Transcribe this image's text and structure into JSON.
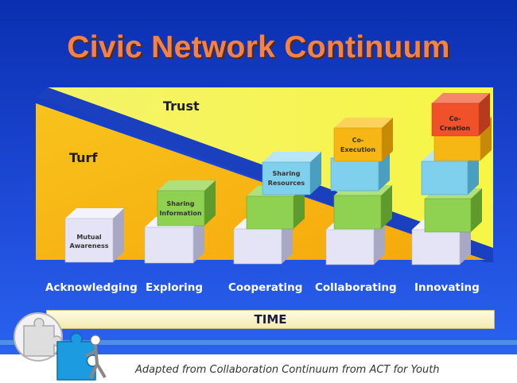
{
  "title": "Civic Network Continuum",
  "regions": {
    "trust": "Trust",
    "turf": "Turf"
  },
  "stages": [
    "Acknowledging",
    "Exploring",
    "Cooperating",
    "Collaborating",
    "Innovating"
  ],
  "blocks": {
    "mutual_awareness": [
      "Mutual",
      "Awareness"
    ],
    "sharing_information": [
      "Sharing",
      "Information"
    ],
    "sharing_resources": [
      "Sharing",
      "Resources"
    ],
    "co_execution": [
      "Co-",
      "Execution"
    ],
    "co_creation": [
      "Co-",
      "Creation"
    ]
  },
  "time_label": "TIME",
  "caption": "Adapted from Collaboration Continuum from ACT for Youth",
  "colors": {
    "title": "#f2824a",
    "trust_region": "#f6f35a",
    "turf_region": "#f8b90e",
    "divider": "#1a3fbf",
    "block_lavender": "#e4e4f6",
    "block_green": "#8fd150",
    "block_cyan": "#7fd0ec",
    "block_orange": "#f6b613",
    "block_red": "#f0502a"
  },
  "icons": [
    "puzzle-figure-icon"
  ]
}
